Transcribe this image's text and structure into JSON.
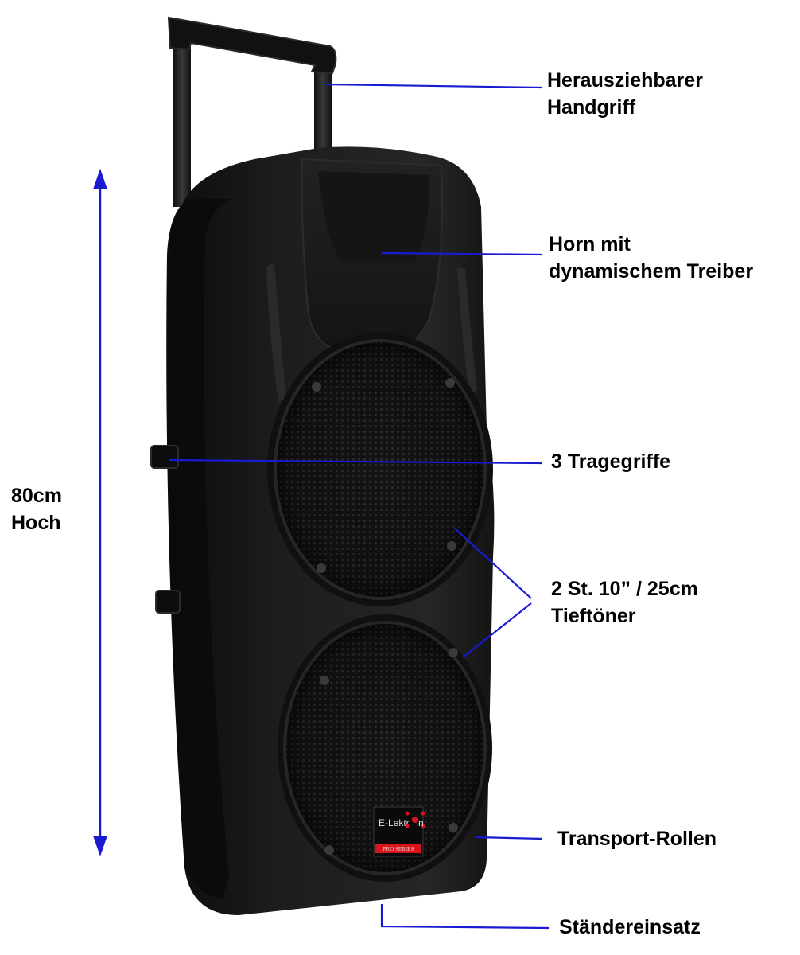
{
  "annotations": {
    "handle": {
      "line1": "Herausziehbarer",
      "line2": "Handgriff"
    },
    "horn": {
      "line1": "Horn mit",
      "line2": "dynamischem Treiber"
    },
    "grips": {
      "text": "3 Tragegriffe"
    },
    "woofer": {
      "line1": "2 St. 10” / 25cm",
      "line2": "Tieftöner"
    },
    "wheels": {
      "text": "Transport-Rollen"
    },
    "stand": {
      "text": "Ständereinsatz"
    }
  },
  "dimension": {
    "line1": "80cm",
    "line2": "Hoch"
  },
  "badge": {
    "brand": "E-Lektr",
    "brand_end": "n",
    "series": "PRO SERIES"
  },
  "colors": {
    "annotation_line": "#1a1ad0",
    "body": "#1b1b1b",
    "grille": "#2a2a2a",
    "badge_red": "#d8141c"
  }
}
